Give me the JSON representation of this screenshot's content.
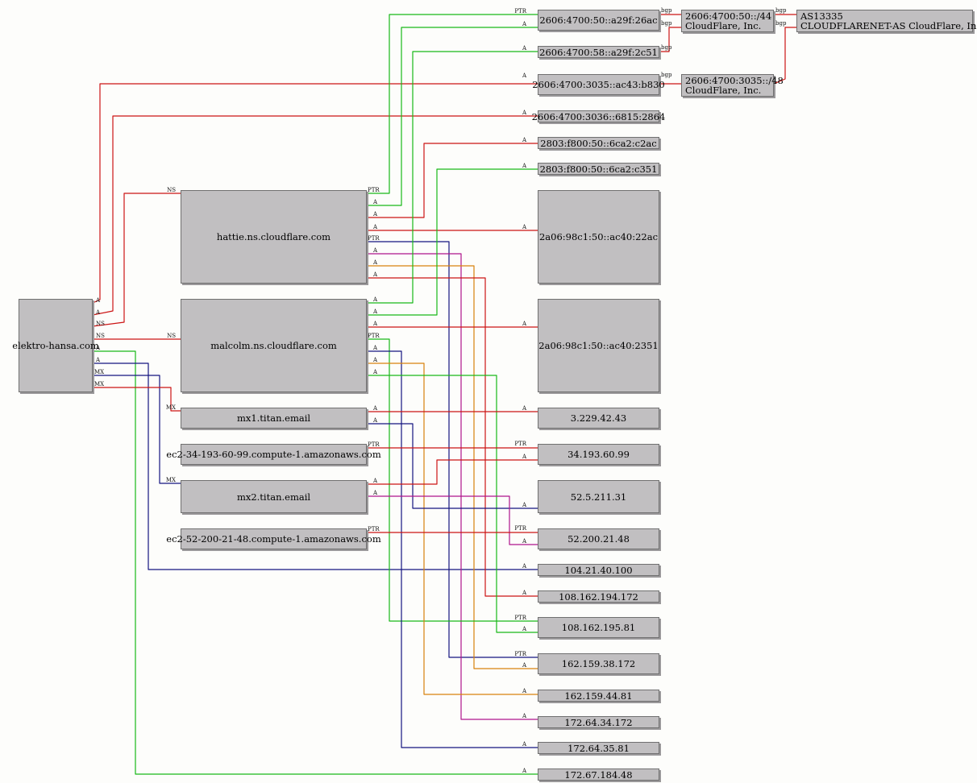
{
  "colors": {
    "red": "#cc1414",
    "green": "#18b818",
    "blue": "#141480",
    "magenta": "#b0148c",
    "orange": "#d8820c"
  },
  "nodes": {
    "elektro": "elektro-hansa.com",
    "hattie": "hattie.ns.cloudflare.com",
    "malcolm": "malcolm.ns.cloudflare.com",
    "mx1": "mx1.titan.email",
    "ec2a": "ec2-34-193-60-99.compute-1.amazonaws.com",
    "mx2": "mx2.titan.email",
    "ec2b": "ec2-52-200-21-48.compute-1.amazonaws.com",
    "v6_26ac": "2606:4700:50::a29f:26ac",
    "v6_2c51": "2606:4700:58::a29f:2c51",
    "v6_b830": "2606:4700:3035::ac43:b830",
    "v6_2864": "2606:4700:3036::6815:2864",
    "v6_c2ac": "2803:f800:50::6ca2:c2ac",
    "v6_c351": "2803:f800:50::6ca2:c351",
    "v6_22ac": "2a06:98c1:50::ac40:22ac",
    "v6_2351": "2a06:98c1:50::ac40:2351",
    "ip_3229": "3.229.42.43",
    "ip_34193": "34.193.60.99",
    "ip_525": "52.5.211.31",
    "ip_52200": "52.200.21.48",
    "ip_10421": "104.21.40.100",
    "ip_108162194": "108.162.194.172",
    "ip_108162195": "108.162.195.81",
    "ip_16215938": "162.159.38.172",
    "ip_16215944": "162.159.44.81",
    "ip_1726434": "172.64.34.172",
    "ip_1726435": "172.64.35.81",
    "ip_17267": "172.67.184.48",
    "pfx44_l1": "2606:4700:50::/44",
    "pfx44_l2": "CloudFlare, Inc.",
    "pfx48_l1": "2606:4700:3035::/48",
    "pfx48_l2": "CloudFlare, Inc.",
    "as_l1": "AS13335",
    "as_l2": "CLOUDFLARENET-AS CloudFlare, Inc."
  },
  "edge_labels": {
    "a": "A",
    "ns": "NS",
    "mx": "MX",
    "ptr": "PTR",
    "bgp": "bgp"
  }
}
